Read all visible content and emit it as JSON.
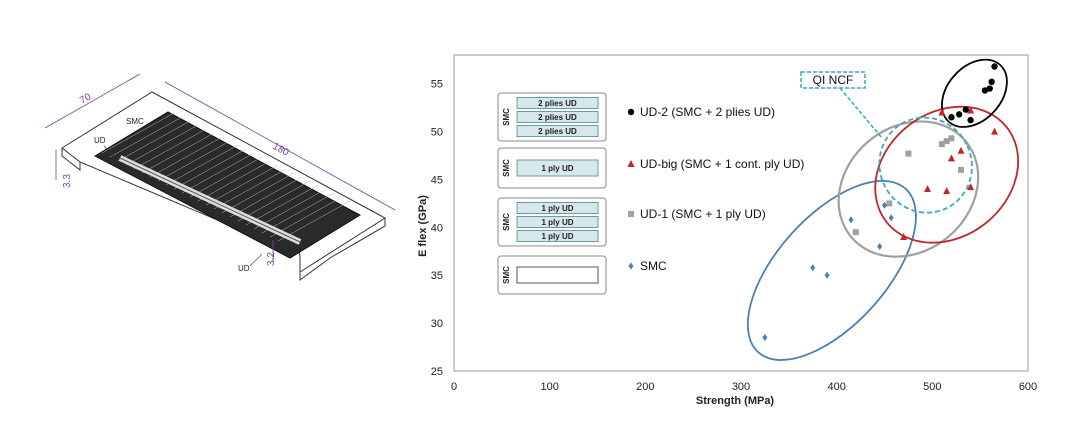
{
  "drawing": {
    "labels": {
      "smc": "SMC",
      "ud_top": "UD",
      "ud_bottom": "UD",
      "dim_width": "70",
      "dim_length": "180",
      "dim_thick_left": "3.3",
      "dim_thick_right": "3.2"
    },
    "colors": {
      "dimension": "#7b3fa0",
      "line": "#333333"
    }
  },
  "chart_data": {
    "type": "scatter",
    "xlabel": "Strength (MPa)",
    "ylabel": "E flex (GPa)",
    "xlim": [
      0,
      600
    ],
    "ylim": [
      25,
      58
    ],
    "xticks": [
      0,
      100,
      200,
      300,
      400,
      500,
      600
    ],
    "yticks": [
      25,
      30,
      35,
      40,
      45,
      50,
      55
    ],
    "grid": false,
    "legend_position": "left-inside",
    "series": [
      {
        "name": "UD-2 (SMC + 2 plies UD)",
        "marker": "circle",
        "color": "#000000",
        "points": [
          [
            520,
            51.5
          ],
          [
            535,
            52.3
          ],
          [
            555,
            54.3
          ],
          [
            560,
            54.5
          ],
          [
            562,
            55.2
          ],
          [
            565,
            56.8
          ],
          [
            528,
            51.8
          ],
          [
            540,
            51.2
          ]
        ]
      },
      {
        "name": "UD-big (SMC + 1 cont. ply UD)",
        "marker": "triangle",
        "color": "#c0272d",
        "points": [
          [
            510,
            52.0
          ],
          [
            540,
            52.2
          ],
          [
            565,
            50.0
          ],
          [
            530,
            48.0
          ],
          [
            520,
            47.2
          ],
          [
            495,
            44.0
          ],
          [
            515,
            43.8
          ],
          [
            540,
            44.2
          ],
          [
            470,
            39.0
          ]
        ]
      },
      {
        "name": "UD-1 (SMC + 1 ply UD)",
        "marker": "square",
        "color": "#a0a0a0",
        "points": [
          [
            515,
            49.0
          ],
          [
            520,
            49.3
          ],
          [
            510,
            48.7
          ],
          [
            475,
            47.7
          ],
          [
            530,
            46.0
          ],
          [
            455,
            42.5
          ],
          [
            420,
            39.5
          ]
        ]
      },
      {
        "name": "SMC",
        "marker": "diamond",
        "color": "#4a7fb8",
        "points": [
          [
            325,
            28.5
          ],
          [
            375,
            35.8
          ],
          [
            390,
            35.0
          ],
          [
            415,
            40.8
          ],
          [
            445,
            38.0
          ],
          [
            457,
            41.0
          ],
          [
            450,
            42.3
          ]
        ]
      }
    ],
    "legend_stacks": [
      {
        "label": "SMC",
        "plies": [
          "2 plies UD",
          "2 plies UD",
          "2 plies UD"
        ]
      },
      {
        "label": "SMC",
        "plies": [
          "1 ply UD"
        ]
      },
      {
        "label": "SMC",
        "plies": [
          "1 ply UD",
          "1 ply UD",
          "1 ply UD"
        ]
      },
      {
        "label": "SMC",
        "plies": [
          ""
        ]
      }
    ],
    "annotation": {
      "text": "QI NCF",
      "color": "#3aa8c4"
    },
    "ellipse_colors": {
      "ud2": "#000000",
      "udbig": "#c0272d",
      "ud1": "#a0a0a0",
      "smc": "#4a7fb8",
      "qi": "#3aa8c4"
    }
  }
}
